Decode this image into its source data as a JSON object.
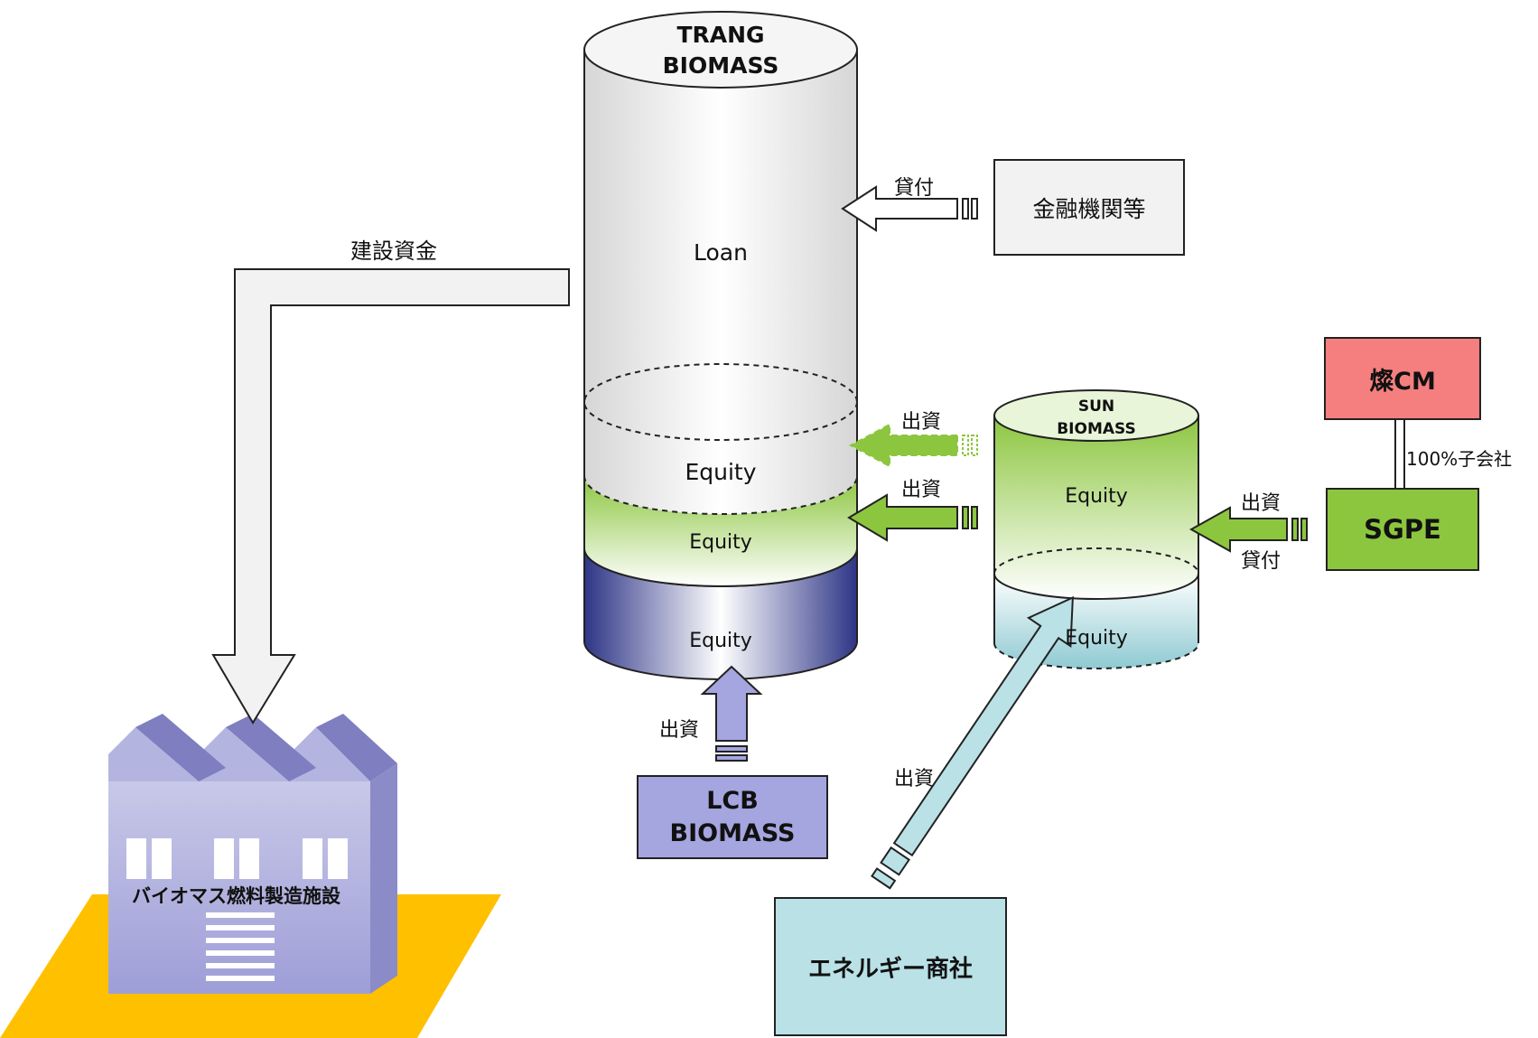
{
  "trang": {
    "title_line1": "TRANG",
    "title_line2": "BIOMASS",
    "loan": "Loan",
    "equity_top": "Equity",
    "equity_mid": "Equity",
    "equity_bottom": "Equity"
  },
  "sun": {
    "title_line1": "SUN",
    "title_line2": "BIOMASS",
    "equity_top": "Equity",
    "equity_bottom": "Equity"
  },
  "entities": {
    "financial": "金融機関等",
    "kanacm": "燦CM",
    "sgpe": "SGPE",
    "lcb_line1": "LCB",
    "lcb_line2": "BIOMASS",
    "energy": "エネルギー商社",
    "facility": "バイオマス燃料製造施設"
  },
  "flows": {
    "construction": "建設資金",
    "loan_from_bank": "貸付",
    "invest_sun_dashed": "出資",
    "invest_sun_solid": "出資",
    "invest_sgpe": "出資",
    "loan_sgpe": "貸付",
    "subsidiary": "100%子会社",
    "invest_lcb": "出資",
    "invest_energy": "出資"
  },
  "colors": {
    "green": "#8cc63f",
    "navy": "#2e3586",
    "lavender": "#a5a5e0",
    "cyan": "#9fd3da",
    "pink": "#f57f7f",
    "orange": "#ffc000"
  }
}
